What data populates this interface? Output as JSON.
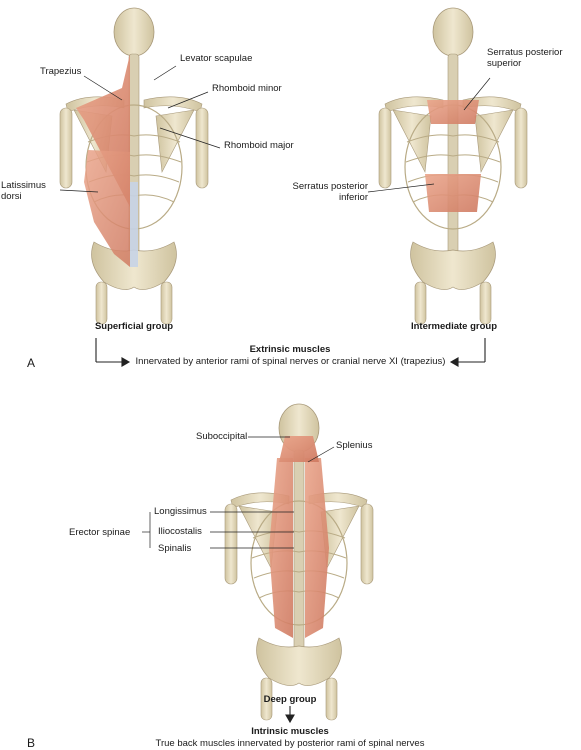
{
  "panel_a": {
    "letter": "A",
    "superficial": {
      "title": "Superficial group",
      "labels": {
        "trapezius": "Trapezius",
        "levator_scapulae": "Levator scapulae",
        "rhomboid_minor": "Rhomboid minor",
        "rhomboid_major": "Rhomboid major",
        "latissimus_line1": "Latissimus",
        "latissimus_line2": "dorsi"
      }
    },
    "intermediate": {
      "title": "Intermediate group",
      "labels": {
        "spsup_line1": "Serratus posterior",
        "spsup_line2": "superior",
        "spinf_line1": "Serratus posterior",
        "spinf_line2": "inferior"
      }
    },
    "extrinsic": {
      "title": "Extrinsic muscles",
      "description": "Innervated by anterior rami of spinal nerves or cranial nerve XI (trapezius)"
    }
  },
  "panel_b": {
    "letter": "B",
    "labels": {
      "suboccipital": "Suboccipital",
      "splenius": "Splenius",
      "erector_spinae": "Erector spinae",
      "longissimus": "Longissimus",
      "iliocostalis": "Iliocostalis",
      "spinalis": "Spinalis"
    },
    "deep": {
      "title": "Deep group"
    },
    "intrinsic": {
      "title": "Intrinsic muscles",
      "description": "True back muscles innervated by posterior rami of spinal nerves"
    }
  },
  "colors": {
    "bone": "#e8dfc4",
    "bone_shade": "#c9bd98",
    "muscle": "#e0957a",
    "muscle_dark": "#c9705a",
    "ligament": "#c7d3e6",
    "line": "#222222"
  }
}
